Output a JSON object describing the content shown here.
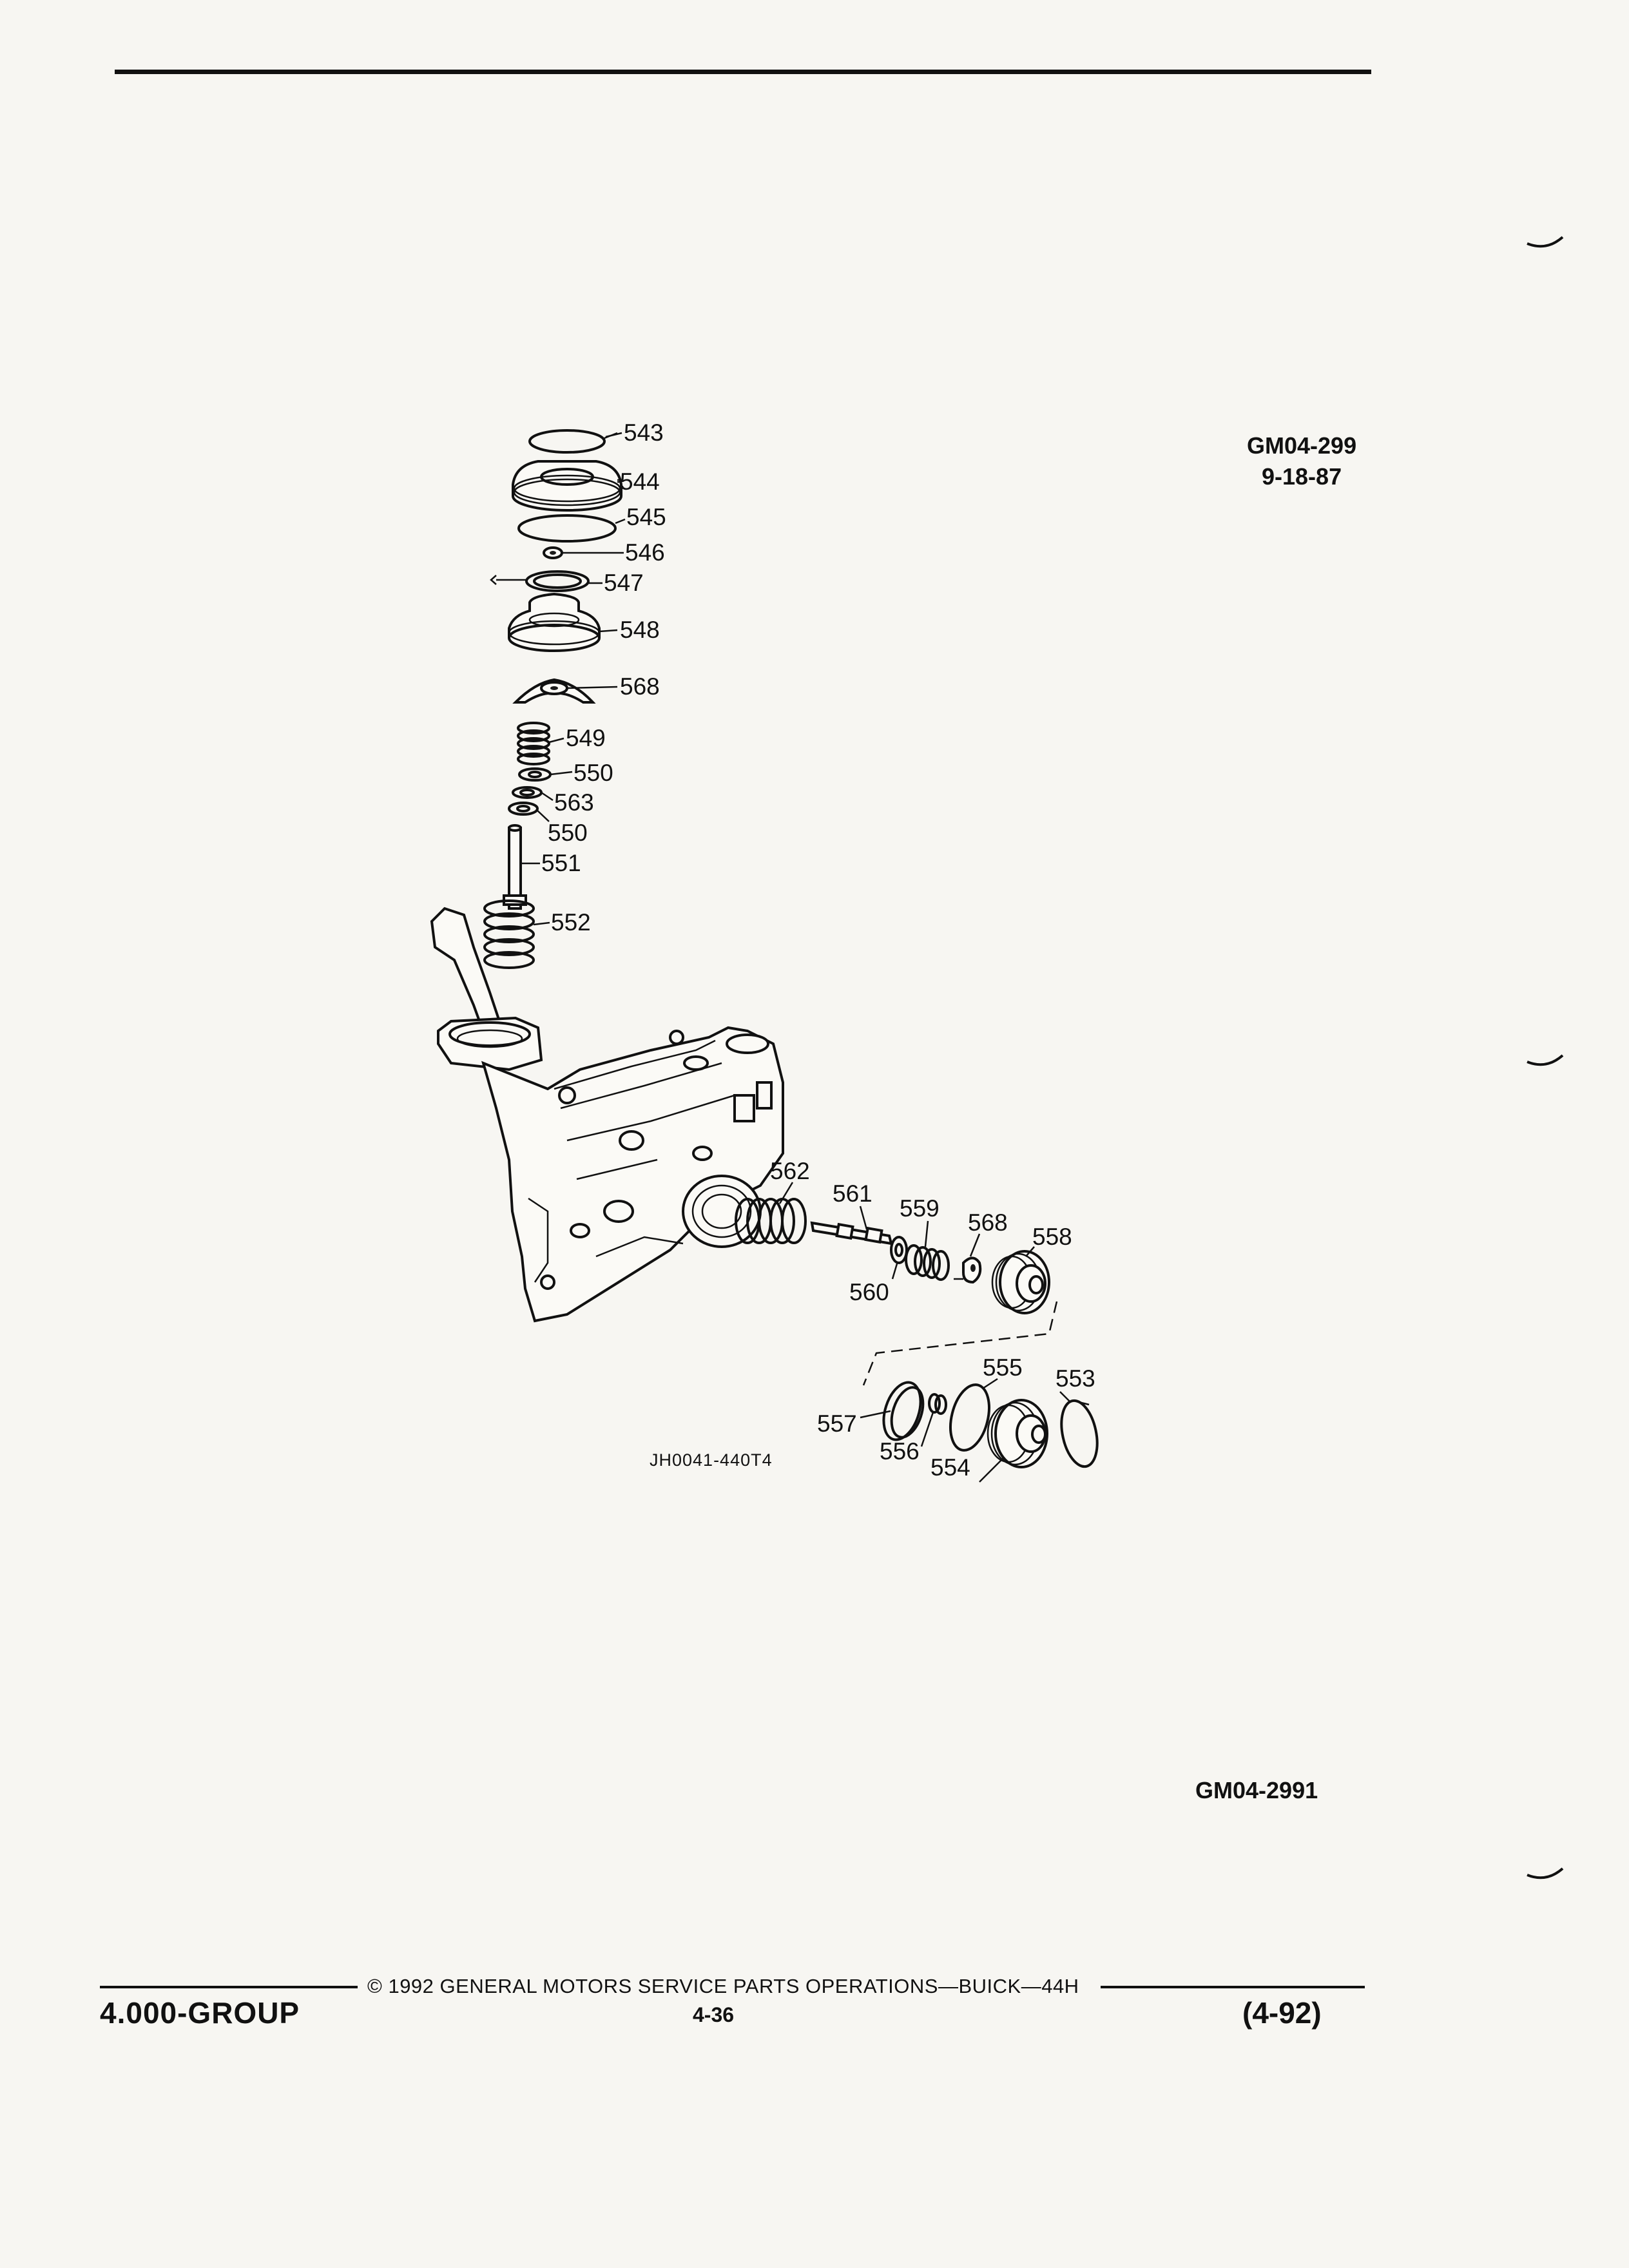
{
  "header": {
    "ref_code": "GM04-299",
    "ref_date": "9-18-87"
  },
  "diagram": {
    "labels": {
      "p543": "543",
      "p544": "544",
      "p545": "545",
      "p546": "546",
      "p547": "547",
      "p548": "548",
      "p568a": "568",
      "p549": "549",
      "p550a": "550",
      "p563": "563",
      "p550b": "550",
      "p551": "551",
      "p552": "552",
      "p562": "562",
      "p561": "561",
      "p559": "559",
      "p568b": "568",
      "p558": "558",
      "p560": "560",
      "p555": "555",
      "p553": "553",
      "p557": "557",
      "p556": "556",
      "p554": "554"
    },
    "figure_code": "JH0041-440T4"
  },
  "ref_bottom": "GM04-2991",
  "footer": {
    "group": "4.000-GROUP",
    "copyright": "© 1992 GENERAL MOTORS SERVICE PARTS OPERATIONS—BUICK—44H",
    "page": "4-36",
    "revision": "(4-92)"
  }
}
